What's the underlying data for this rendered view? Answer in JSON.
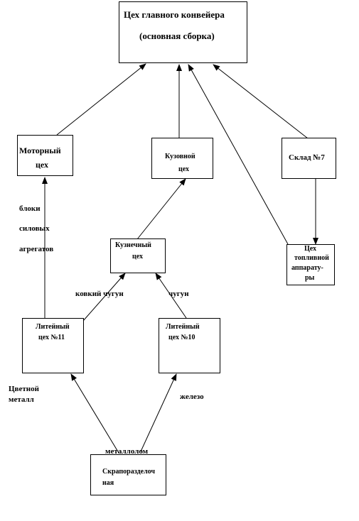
{
  "nodes": {
    "main_conveyor": {
      "line1": "Цех главного конвейера",
      "line2": "(основная сборка)"
    },
    "motor_shop": {
      "line1": "Моторный",
      "line2": "цех"
    },
    "body_shop": {
      "line1": "Кузовной",
      "line2": "цех"
    },
    "warehouse": {
      "line1": "Склад №7"
    },
    "forge_shop": {
      "line1": "Кузнечный",
      "line2": "цех"
    },
    "fuel_shop": {
      "line1": "Цех",
      "line2": "топливной",
      "line3": "аппарату-",
      "line4": "ры"
    },
    "foundry_11": {
      "line1": "Литейный",
      "line2": "цех №11"
    },
    "foundry_10": {
      "line1": "Литейный",
      "line2": "цех №10"
    },
    "scrap_shop": {
      "line1": "Скрапоразделоч",
      "line2": "ная"
    }
  },
  "labels": {
    "engine_blocks_1": "блоки",
    "engine_blocks_2": "силовых",
    "engine_blocks_3": "агрегатов",
    "ductile_iron": "ковкий чугун",
    "cast_iron": "чугун",
    "nonferrous_1": "Цветной",
    "nonferrous_2": "металл",
    "iron": "железо",
    "scrap_metal": "металлолом"
  }
}
